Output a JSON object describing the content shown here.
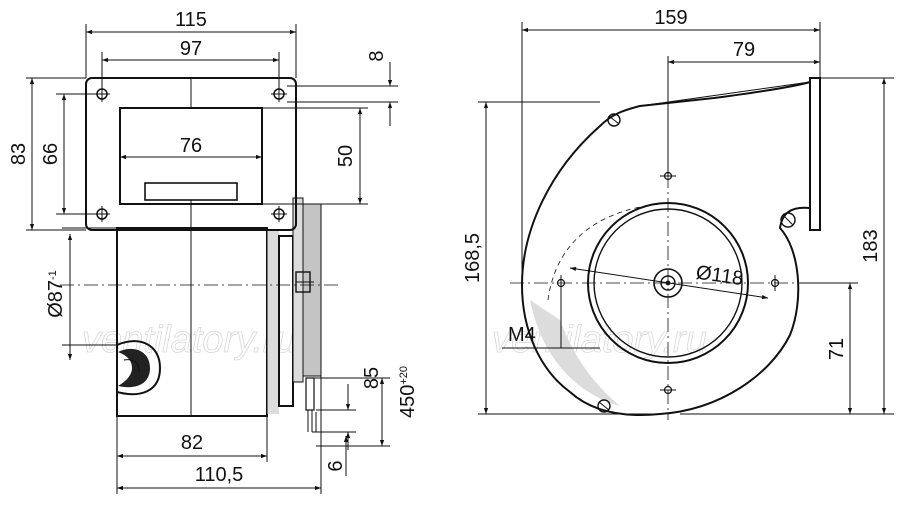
{
  "diagram": {
    "watermark": "ventilatory.ru",
    "side_view": {
      "dim_top_width": "115",
      "dim_flange_inner": "97",
      "dim_outlet_width": "76",
      "dim_flange_height": "83",
      "dim_flange_inner_height": "66",
      "dim_hole_offset": "8",
      "dim_outlet_height": "50",
      "dim_body_diameter": "Ø87",
      "dim_body_diameter_tol": "-1",
      "dim_body_width": "82",
      "dim_total_width": "110,5",
      "dim_cable_85": "85",
      "dim_cable_length": "450",
      "dim_cable_tol": "+20",
      "dim_cable_6": "6"
    },
    "front_view": {
      "dim_total_width": "159",
      "dim_outlet_offset": "79",
      "dim_height_168": "168,5",
      "dim_total_height": "183",
      "dim_motor_diameter": "Ø118",
      "dim_thread": "M4",
      "dim_axis_height": "71"
    }
  }
}
